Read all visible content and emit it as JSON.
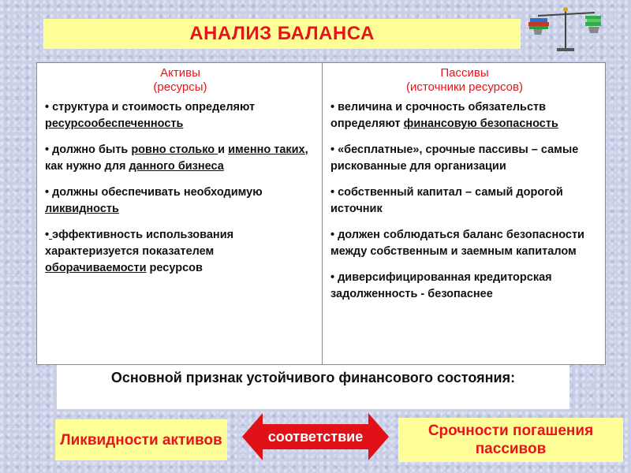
{
  "title": "АНАЛИЗ БАЛАНСА",
  "logo_icon": "scales-icon",
  "colors": {
    "accent_red": "#e8141b",
    "highlight_yellow": "#ffff99",
    "arrow_red": "#e01218"
  },
  "left": {
    "heading": "Активы",
    "subheading": "(ресурсы)",
    "items": [
      [
        "• структура и стоимость определяют ",
        {
          "u": "ресурсообеспеченность"
        }
      ],
      [
        "• должно быть ",
        {
          "u": "ровно столько "
        },
        "и ",
        {
          "u": "именно таких"
        },
        ", как нужно для ",
        {
          "u": "данного бизнеса"
        }
      ],
      [
        "• должны обеспечивать необходимую ",
        {
          "u": "ликвидность"
        }
      ],
      [
        "•",
        {
          "u": " "
        },
        "эффективность использования характеризуется показателем ",
        {
          "u": "оборачиваемости"
        },
        " ресурсов"
      ]
    ]
  },
  "right": {
    "heading": "Пассивы",
    "subheading": "(источники ресурсов)",
    "items": [
      [
        "• величина и срочность обязательств определяют ",
        {
          "u": "финансовую безопасность"
        }
      ],
      [
        "• «бесплатные», срочные пассивы – самые рискованные для организации"
      ],
      [
        "• собственный капитал – самый дорогой источник"
      ],
      [
        "•  должен соблюдаться баланс безопасности между собственным и заемным капиталом"
      ],
      [
        "• диверсифицированная кредиторская задолженность - безопаснее"
      ]
    ]
  },
  "question": "Основной признак устойчивого финансового состояния:",
  "bottom": {
    "left_box": "Ликвидности активов",
    "arrow_label": "соответствие",
    "right_box": "Срочности погашения пассивов"
  }
}
